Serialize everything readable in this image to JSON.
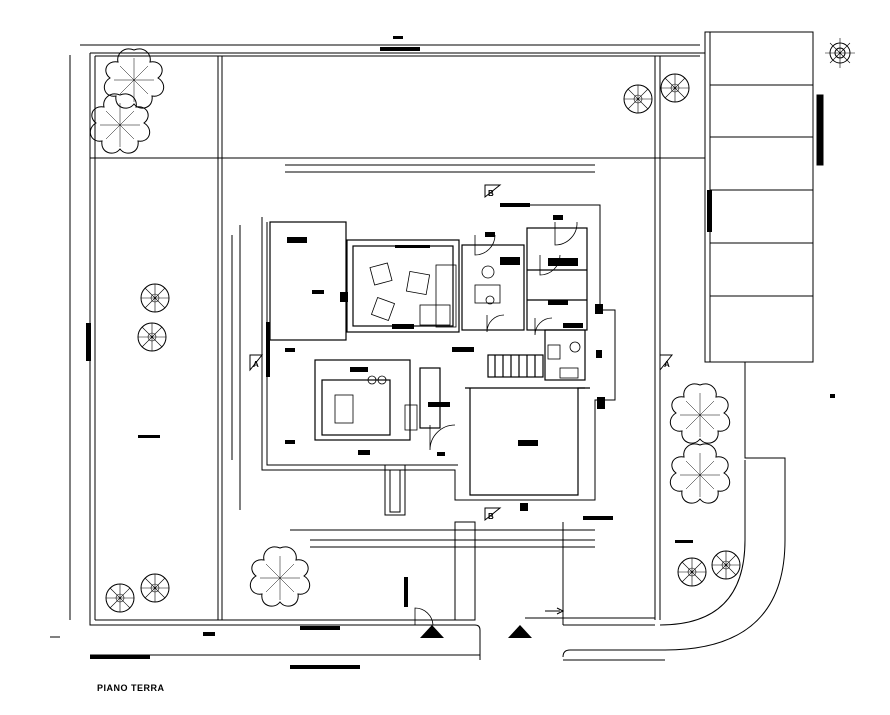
{
  "drawing": {
    "title": "PIANO TERRA",
    "section_markers": [
      "A",
      "A",
      "B",
      "B"
    ]
  },
  "colors": {
    "ink": "#000000",
    "paper": "#ffffff"
  },
  "icons": [
    "north-arrow-icon",
    "tree-icon",
    "entrance-arrow-icon"
  ]
}
